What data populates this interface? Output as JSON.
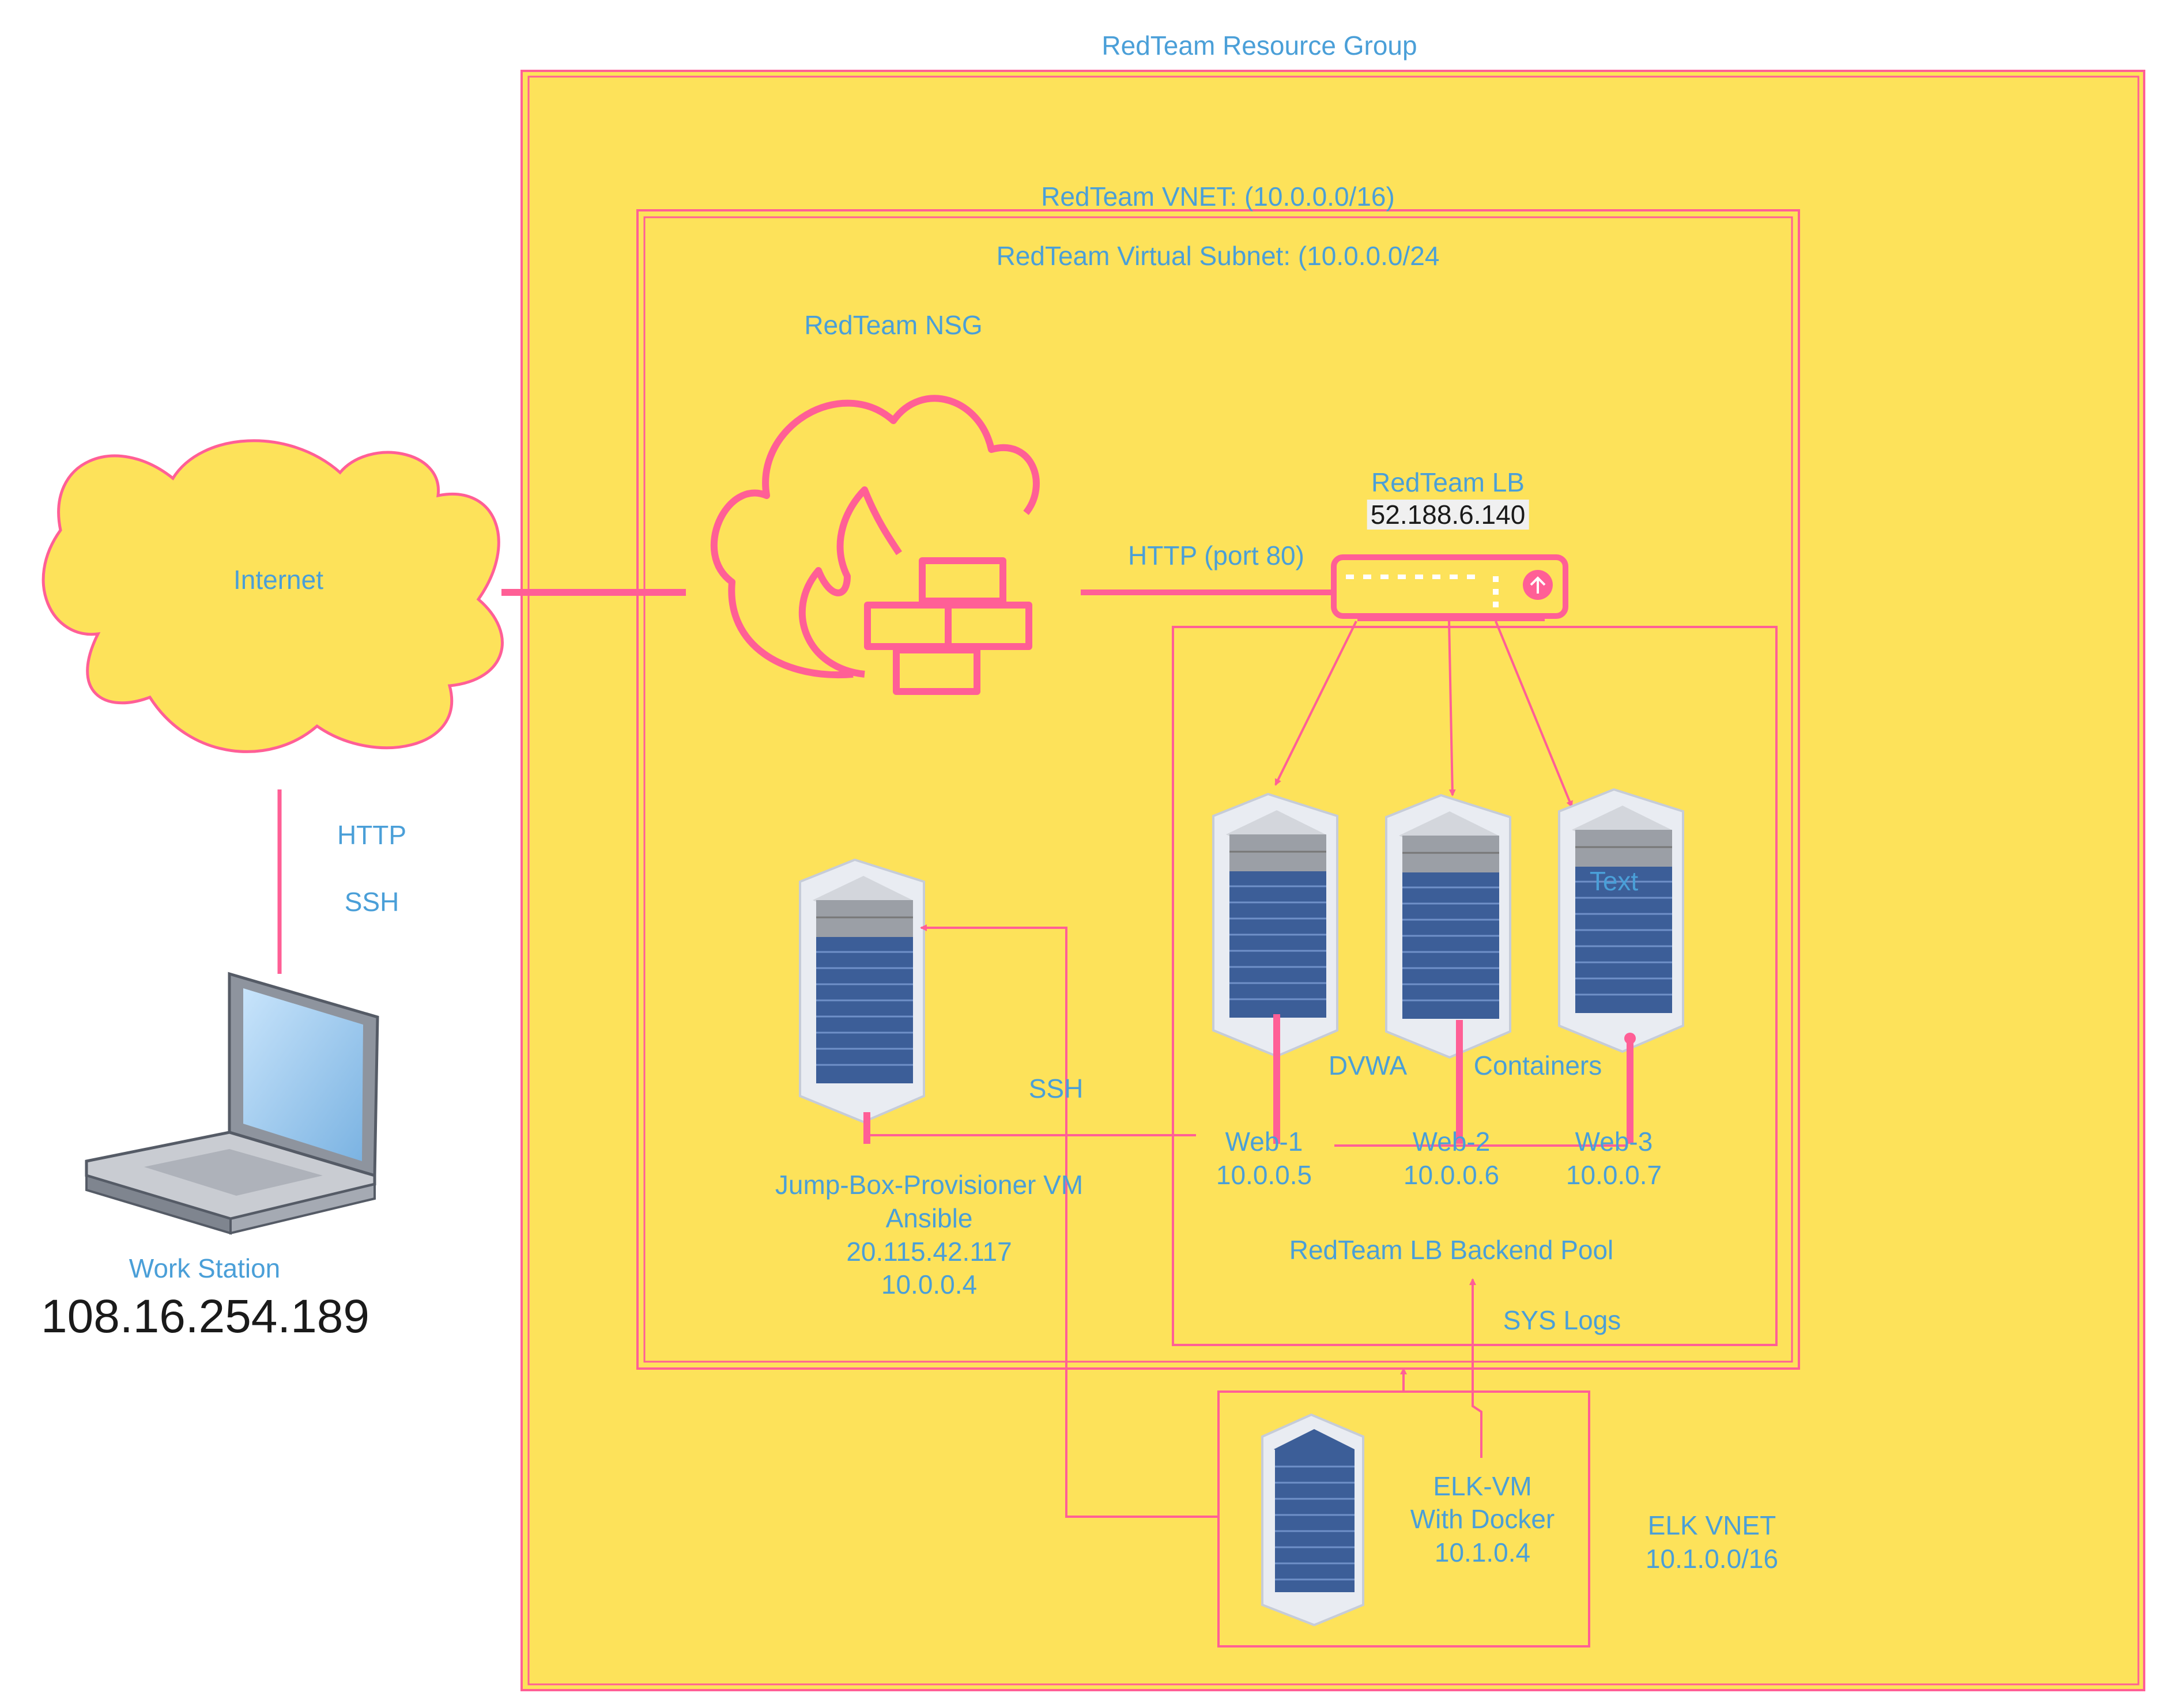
{
  "resource_group": {
    "label": "RedTeam Resource Group"
  },
  "vnet": {
    "label": "RedTeam VNET:  (10.0.0.0/16)"
  },
  "subnet": {
    "label": "RedTeam Virtual Subnet: (10.0.0.0/24"
  },
  "nsg": {
    "label": "RedTeam NSG",
    "icon": "firewall-icon"
  },
  "internet": {
    "label": "Internet",
    "icon": "cloud-icon"
  },
  "workstation": {
    "label": "Work Station",
    "ip": "108.16.254.189",
    "icon": "laptop-icon"
  },
  "links": {
    "http": "HTTP",
    "ssh": "SSH",
    "http_port": "HTTP (port 80)",
    "ssh_jump": "SSH",
    "sys_logs": "SYS Logs"
  },
  "load_balancer": {
    "label": "RedTeam LB",
    "ip": "52.188.6.140",
    "icon": "load-balancer-icon"
  },
  "backend_pool": {
    "label": "RedTeam LB Backend Pool",
    "dvwa_label": "DVWA",
    "containers_label": "Containers",
    "overlay_text": "Text",
    "servers": [
      {
        "name": "Web-1",
        "ip": "10.0.0.5"
      },
      {
        "name": "Web-2",
        "ip": "10.0.0.6"
      },
      {
        "name": "Web-3",
        "ip": "10.0.0.7"
      }
    ]
  },
  "jumpbox": {
    "line1": "Jump-Box-Provisioner VM",
    "line2": "Ansible",
    "public_ip": "20.115.42.117",
    "private_ip": "10.0.0.4"
  },
  "elk": {
    "line1": "ELK-VM",
    "line2": "With Docker",
    "ip": "10.1.0.4"
  },
  "elk_vnet": {
    "label": "ELK VNET",
    "cidr": "10.1.0.0/16"
  },
  "colors": {
    "fill": "#fde25a",
    "line": "#ff5f96",
    "label": "#4a9fd8",
    "server_body": "#3c5e98"
  }
}
